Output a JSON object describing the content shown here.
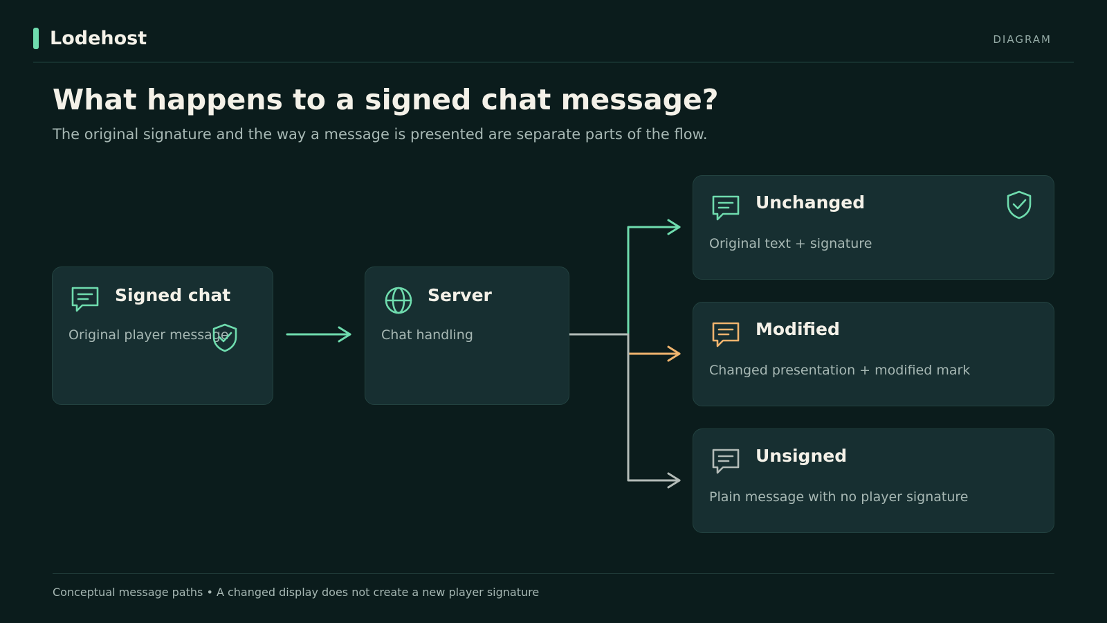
{
  "header": {
    "brand": "Lodehost",
    "tag": "DIAGRAM"
  },
  "page": {
    "title": "What happens to a signed chat message?",
    "subtitle": "The original signature and the way a message is presented are separate parts of the flow."
  },
  "nodes": {
    "signed_chat": {
      "title": "Signed chat",
      "desc": "Original player message",
      "icon": "chat-bubble-icon",
      "badge": "shield-check-icon"
    },
    "server": {
      "title": "Server",
      "desc": "Chat handling",
      "icon": "globe-icon"
    },
    "unchanged": {
      "title": "Unchanged",
      "desc": "Original text + signature",
      "icon": "chat-bubble-icon",
      "badge": "shield-check-icon"
    },
    "modified": {
      "title": "Modified",
      "desc": "Changed presentation + modified mark",
      "icon": "chat-bubble-icon"
    },
    "unsigned": {
      "title": "Unsigned",
      "desc": "Plain message with no player signature",
      "icon": "chat-bubble-icon"
    }
  },
  "colors": {
    "background": "#0b1c1c",
    "card": "#172f31",
    "accent_green": "#6fdcae",
    "accent_orange": "#f0b46e",
    "neutral_gray": "#b4bcb8"
  },
  "footer": {
    "note": "Conceptual message paths • A changed display does not create a new player signature"
  }
}
